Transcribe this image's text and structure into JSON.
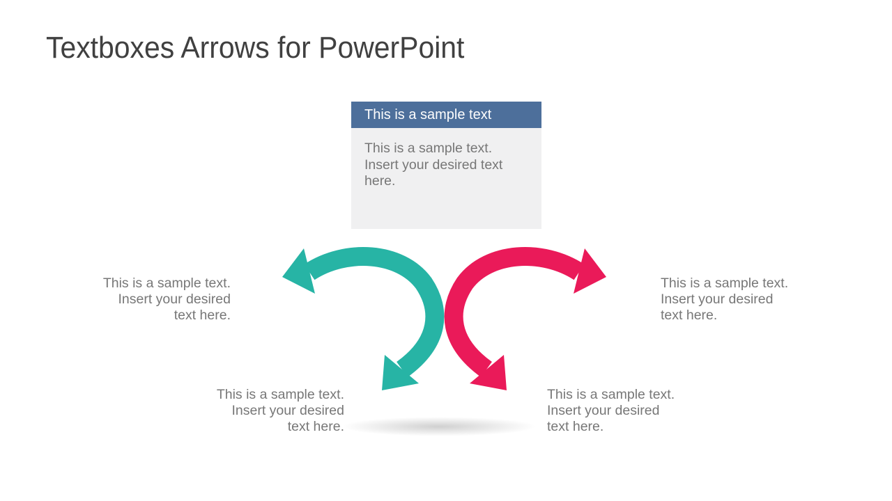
{
  "slide_title": "Textboxes Arrows for PowerPoint",
  "textbox": {
    "header": "This is a sample text",
    "body": "This is a sample text.\nInsert your desired text\nhere."
  },
  "callouts": {
    "left": "This is a sample text.\nInsert your desired\ntext here.",
    "bottom_left": "This is a sample text.\nInsert your desired\ntext here.",
    "right": "This is a sample text.\nInsert your desired\ntext here.",
    "bottom_right": "This is a sample text.\nInsert your desired\ntext here."
  },
  "arrows": {
    "teal": {
      "name": "teal-curved-arrow",
      "color": "#27b4a5"
    },
    "pink": {
      "name": "pink-curved-arrow",
      "color": "#ea1a59"
    }
  },
  "colors": {
    "textbox_header_blue": "#4d6f9b",
    "textbox_body_gray": "#f0f0f1",
    "teal_arrow": "#27b4a5",
    "pink_arrow": "#ea1a59",
    "body_text_gray": "#777777",
    "title_gray": "#404040",
    "header_text_white": "#fdfdfd",
    "background": "#ffffff"
  }
}
